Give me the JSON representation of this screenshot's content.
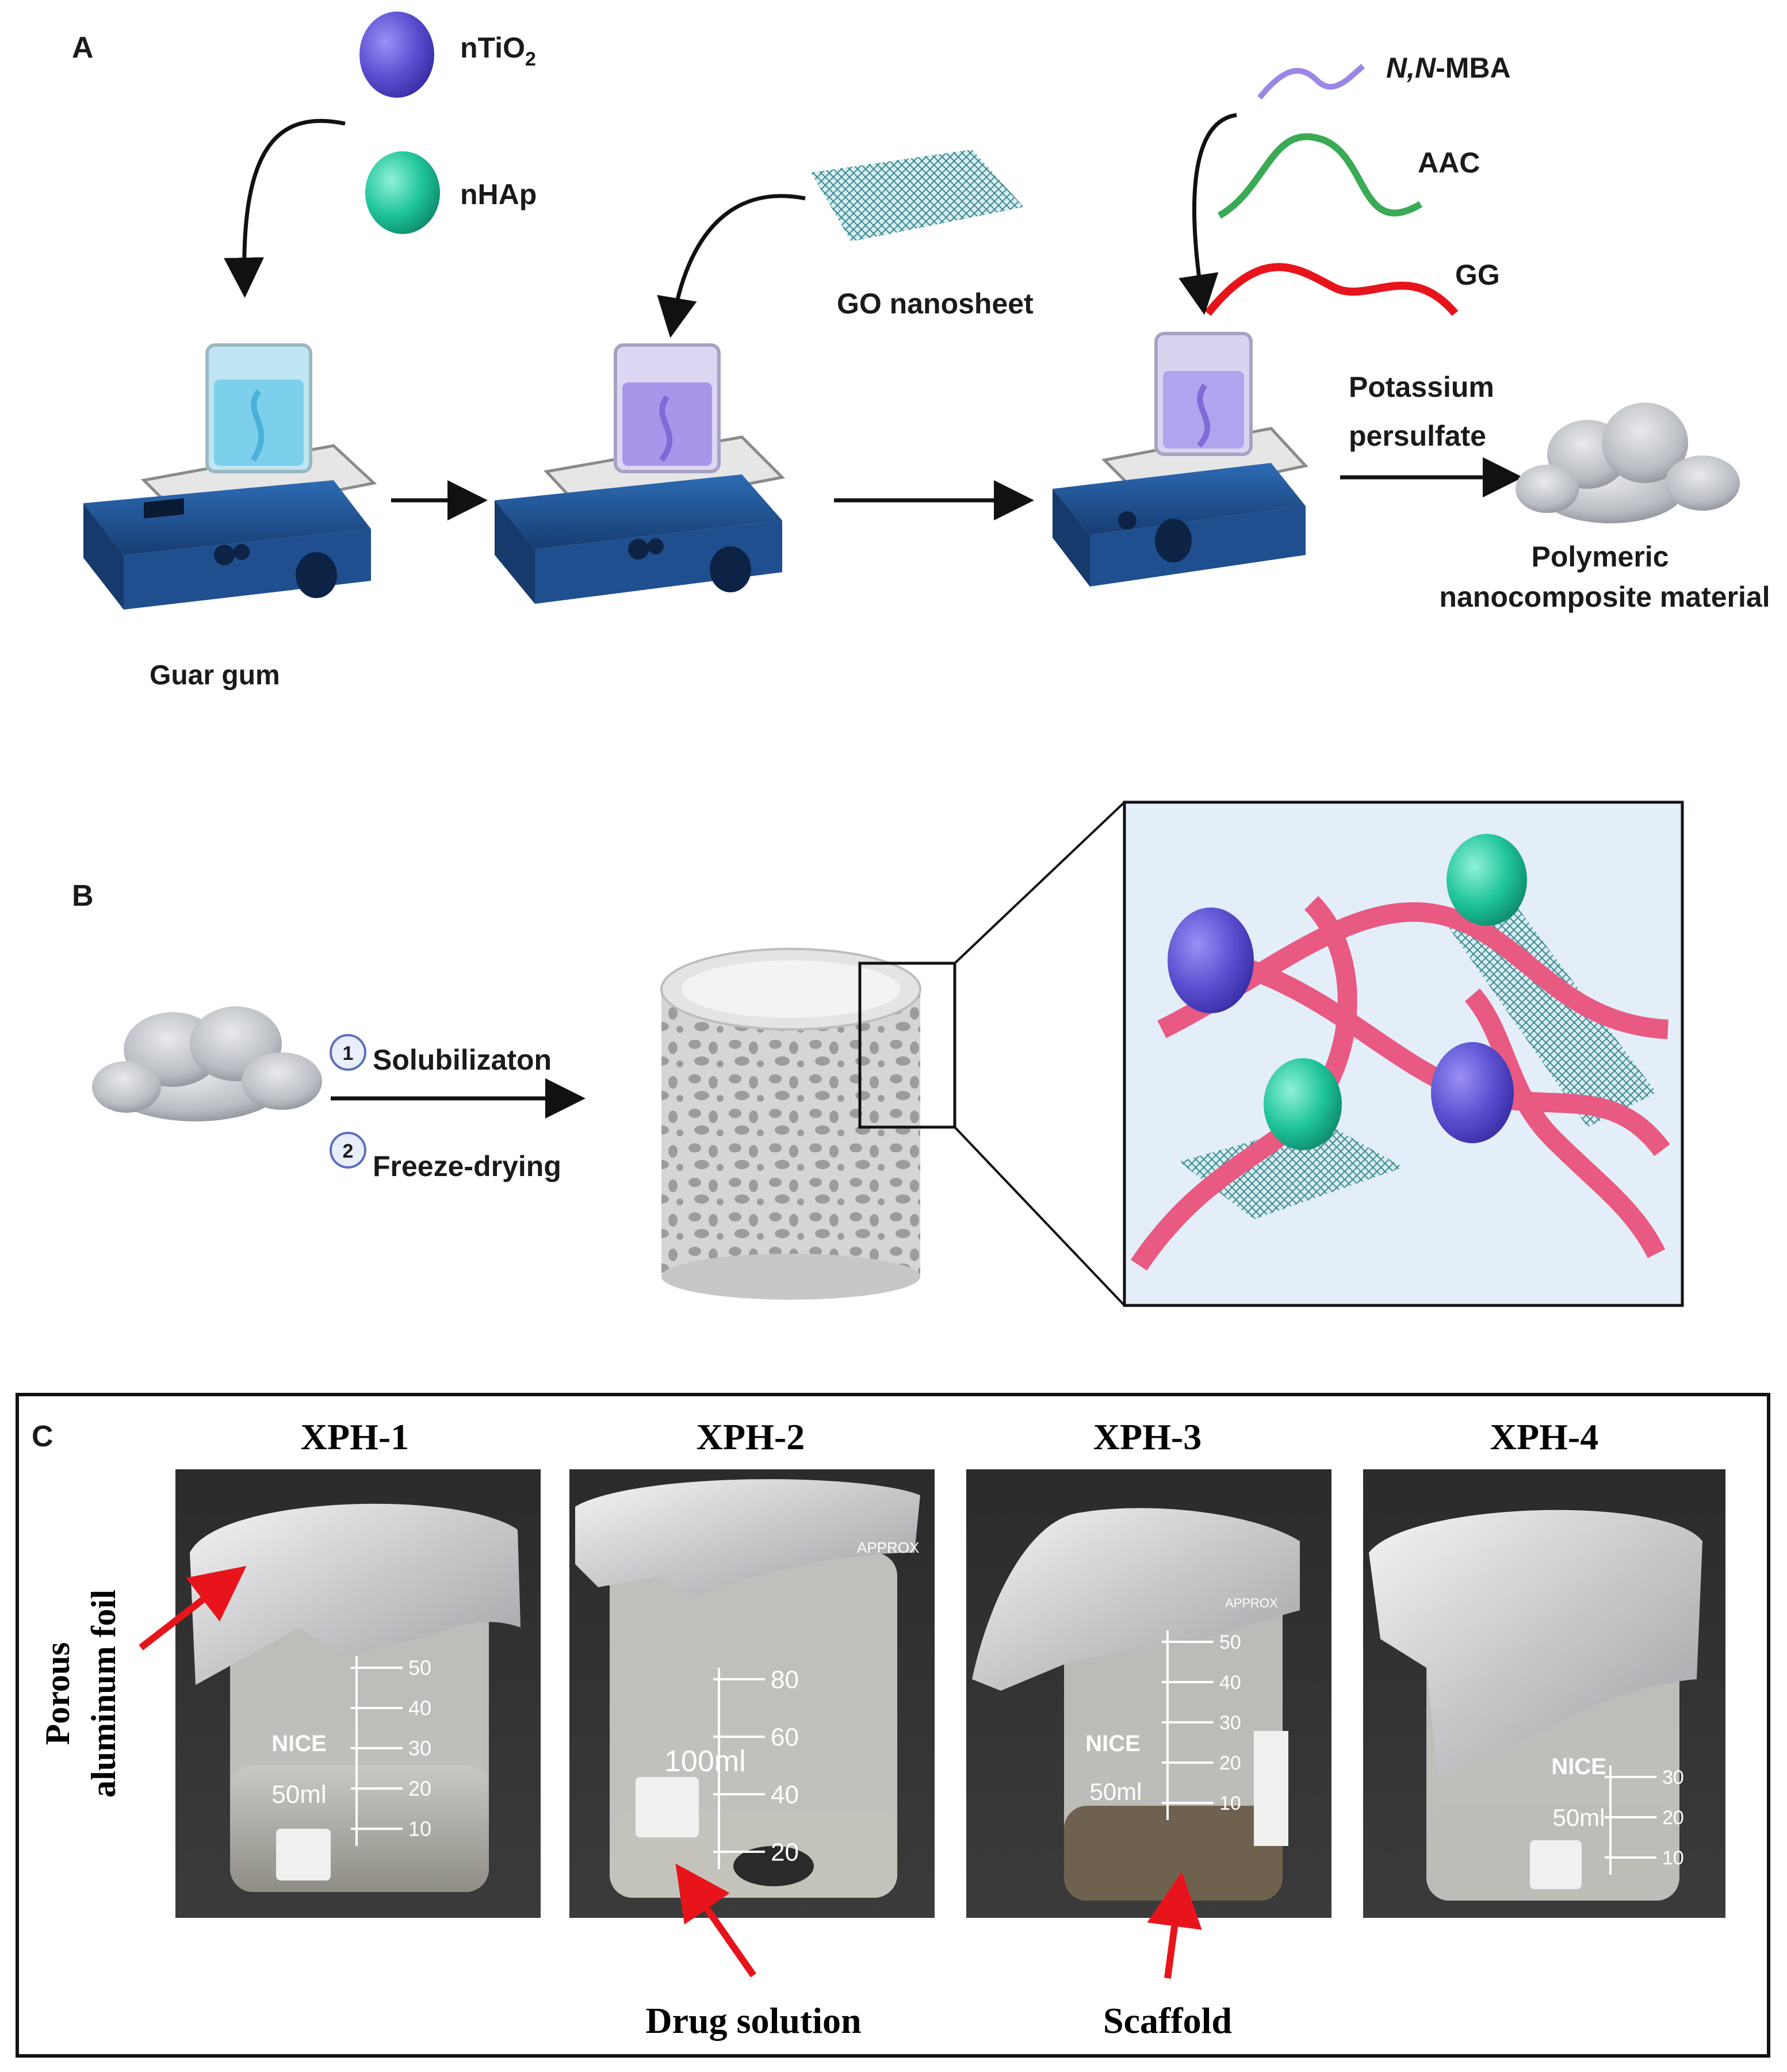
{
  "panel_a": {
    "letter": "A",
    "ntio2": {
      "base": "nTiO",
      "sub": "2"
    },
    "nhap": "nHAp",
    "go_nanosheet": "GO nanosheet",
    "nnmba": {
      "italic": "N,N",
      "rest": "-MBA"
    },
    "aac": "AAC",
    "gg": "GG",
    "potassium": "Potassium",
    "persulfate": "persulfate",
    "product_line1": "Polymeric",
    "product_line2": "nanocomposite material",
    "guar_gum": "Guar gum"
  },
  "panel_b": {
    "letter": "B",
    "step1_num": "1",
    "step1": "Solubilizaton",
    "step2_num": "2",
    "step2": "Freeze-drying"
  },
  "panel_c": {
    "letter": "C",
    "samples": [
      {
        "title": "XPH-1",
        "beaker_brand": "NICE",
        "volume": "50ml",
        "scale": [
          "50",
          "40",
          "30",
          "20",
          "10"
        ]
      },
      {
        "title": "XPH-2",
        "beaker_brand": "",
        "volume": "100ml",
        "scale": [
          "80",
          "60",
          "40",
          "20"
        ]
      },
      {
        "title": "XPH-3",
        "beaker_brand": "NICE",
        "volume": "50ml",
        "scale": [
          "50",
          "40",
          "30",
          "20",
          "10"
        ]
      },
      {
        "title": "XPH-4",
        "beaker_brand": "NICE",
        "volume": "50ml",
        "scale": [
          "30",
          "20",
          "10"
        ]
      }
    ],
    "approx": "APPROX",
    "porous_line1": "Porous",
    "porous_line2": "aluminum foil",
    "drug_solution": "Drug solution",
    "scaffold": "Scaffold"
  },
  "colors": {
    "ntio2": "#5b4fd0",
    "nhap": "#1fc49a",
    "red": "#e8141b",
    "pink": "#e85a82",
    "hotplate": "#1f4f8e",
    "arrow_red": "#e8141b"
  }
}
